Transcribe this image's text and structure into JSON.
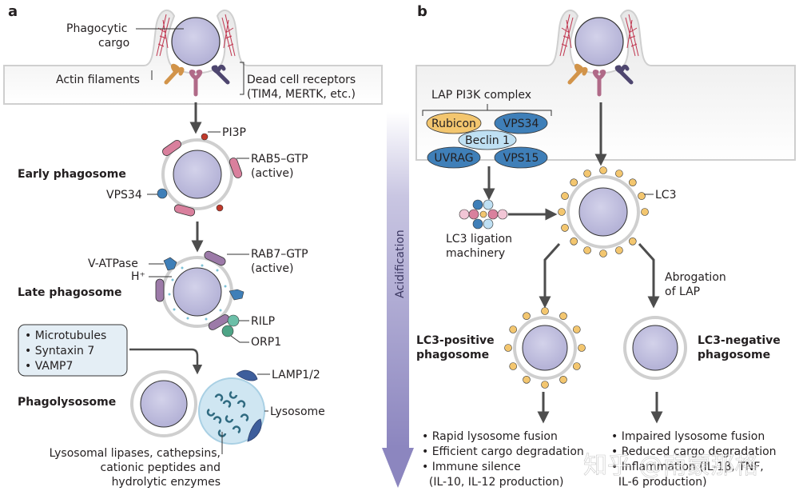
{
  "panel_a": {
    "letter": "a",
    "labels": {
      "phagocytic_cargo_1": "Phagocytic",
      "phagocytic_cargo_2": "cargo",
      "actin_filaments": "Actin filaments",
      "dead_cell_receptors_1": "Dead cell receptors",
      "dead_cell_receptors_2": "(TIM4, MERTK, etc.)",
      "pi3p": "PI3P",
      "rab5_1": "RAB5–GTP",
      "rab5_2": "(active)",
      "early_phagosome": "Early phagosome",
      "vps34": "VPS34",
      "v_atpase": "V-ATPase",
      "h_plus": "H⁺",
      "rab7_1": "RAB7–GTP",
      "rab7_2": "(active)",
      "late_phagosome": "Late phagosome",
      "rilp": "RILP",
      "orp1": "ORP1",
      "lamp": "LAMP1/2",
      "phagolysosome": "Phagolysosome",
      "lysosome": "Lysosome",
      "enzymes_1": "Lysosomal lipases, cathepsins,",
      "enzymes_2": "cationic peptides and",
      "enzymes_3": "hydrolytic enzymes"
    },
    "fusion_box": [
      "• Microtubules",
      "• Syntaxin 7",
      "• VAMP7"
    ]
  },
  "acidification": {
    "label": "Acidification"
  },
  "panel_b": {
    "letter": "b",
    "labels": {
      "lap_pi3k_complex": "LAP PI3K complex",
      "rubicon": "Rubicon",
      "vps34": "VPS34",
      "beclin1": "Beclin 1",
      "uvrag": "UVRAG",
      "vps15": "VPS15",
      "lc3": "LC3",
      "lc3_ligation_1": "LC3 ligation",
      "lc3_ligation_2": "machinery",
      "abrogation_1": "Abrogation",
      "abrogation_2": "of LAP",
      "lc3_pos_1": "LC3-positive",
      "lc3_pos_2": "phagosome",
      "lc3_neg_1": "LC3-negative",
      "lc3_neg_2": "phagosome"
    },
    "positive_outcomes": [
      "• Rapid lysosome fusion",
      "• Efficient cargo degradation",
      "• Immune silence",
      "  (IL-10, IL-12 production)"
    ],
    "negative_outcomes": [
      "• Impaired lysosome fusion",
      "• Reduced cargo degradation",
      "• Inflammation (IL-1β, TNF,",
      "  IL-6 production)"
    ]
  },
  "watermark": "知乎 @南蒙那格",
  "colors": {
    "cargo": "#bdbbdc",
    "membrane": "#d6d6d6",
    "cytoplasm": "#ededed",
    "rab5": "#d9809d",
    "rab7": "#9c7aa8",
    "vps34_blue": "#3f7fb8",
    "lc3_yellow": "#f3c66f",
    "lysosome": "#cfe6f2",
    "lamp": "#3e5e9c",
    "arrow": "#4d4d4d",
    "acid_arrow": "#8d86bd"
  }
}
